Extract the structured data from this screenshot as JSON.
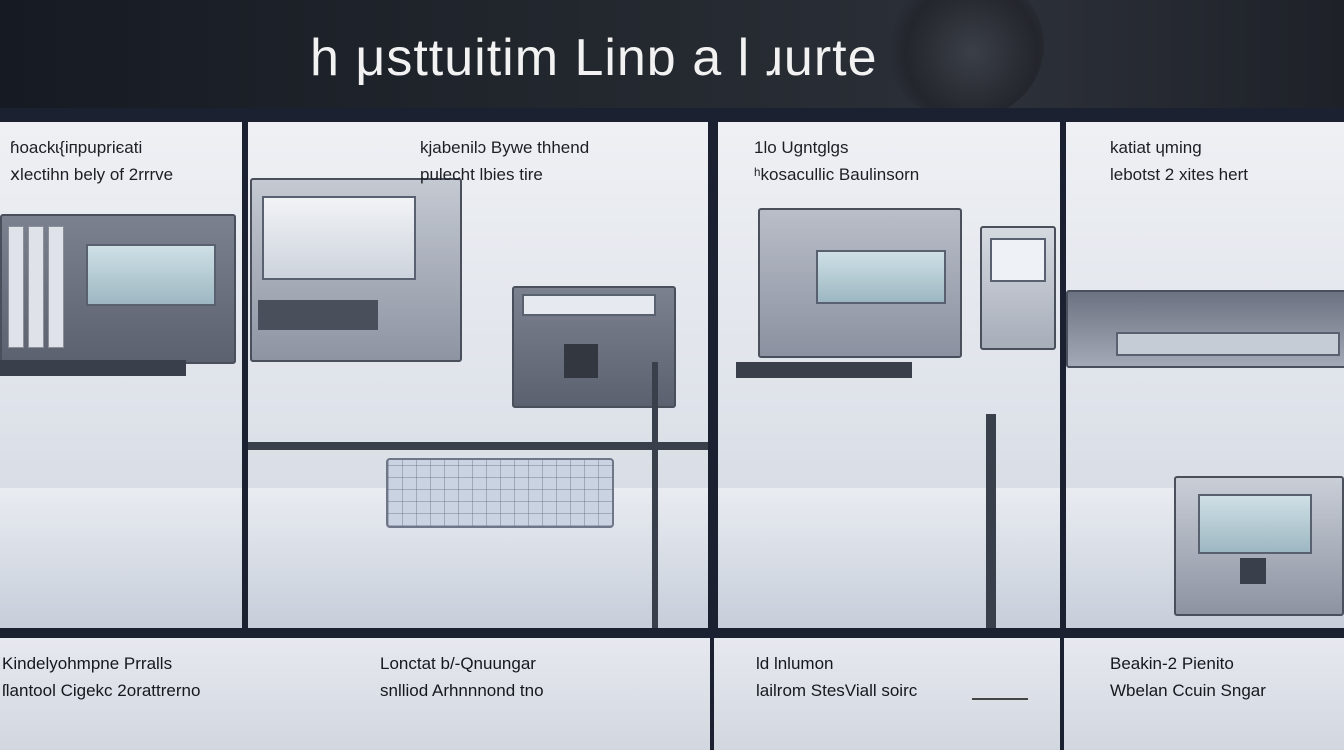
{
  "header": {
    "title": "h μsttuitim Linɒ a l ɹurte"
  },
  "panels": [
    {
      "lines": [
        "ɦoackɩ{iпpupriєati",
        "ⅹlectihn bely of 2rrrve"
      ]
    },
    {
      "lines": [
        "kjabenilɔ Bywe thhend",
        "pulecht lbies tire"
      ]
    },
    {
      "lines": [
        "1lo Ugntglgs",
        "ʰkosacullic Baulinsorn"
      ]
    },
    {
      "lines": [
        "katiat ɥming",
        "lebotst 2 xites hert"
      ]
    }
  ],
  "footer": [
    {
      "lines": [
        "Kindelyohmpne Prralls",
        "ſlantool Cigekc 2orattrerno"
      ]
    },
    {
      "lines": [
        "Lonctat b/-Qnuungar",
        "snlliod Arhnnnond tno"
      ]
    },
    {
      "lines": [
        "ld lnlumon",
        "lailrom StesViall soirc"
      ]
    },
    {
      "lines": [
        "Beakin-2 Pienito",
        "Wbelan Ccuin Sngar"
      ]
    }
  ],
  "colors": {
    "background": "#1b2130",
    "header": "#23282f",
    "title_text": "#f2f2f2",
    "panel": "#e6e9ef",
    "text": "#1c1f24"
  },
  "icons": [
    "machine-illustration",
    "keyboard-illustration",
    "monitor-illustration"
  ]
}
